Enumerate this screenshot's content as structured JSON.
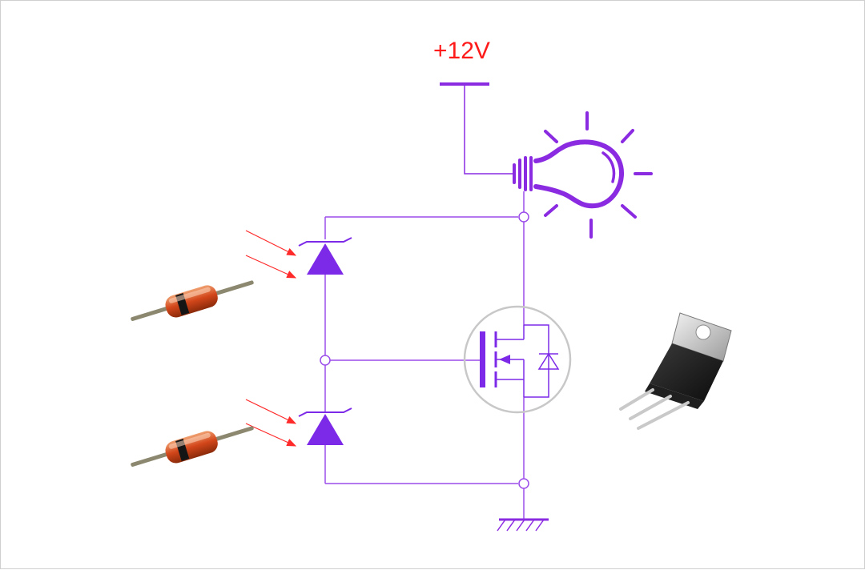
{
  "supply": {
    "label": "+12V"
  },
  "colors": {
    "wire": "#8a2be2",
    "wire_thin": "#9b4dea",
    "supply_text": "#ff1a1a",
    "light_rays": "#ff2a2a",
    "mosfet_circle": "#c8c8c8",
    "background": "#ffffff"
  },
  "components": {
    "lamp": "light-bulb-icon",
    "photodiode_upper": "photodiode-icon",
    "photodiode_lower": "photodiode-icon",
    "mosfet": "n-channel-mosfet-icon",
    "ground": "ground-icon",
    "diode_photo_1": "glass-diode-photo",
    "diode_photo_2": "glass-diode-photo",
    "transistor_photo": "to220-transistor-photo"
  }
}
